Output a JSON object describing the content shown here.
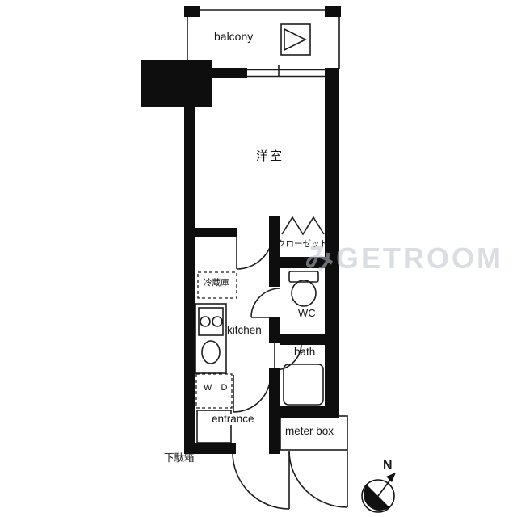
{
  "floor_plan": {
    "labels": {
      "balcony": "balcony",
      "room": "洋室",
      "closet": "クローゼット",
      "fridge": "冷蔵庫",
      "wc": "WC",
      "kitchen": "kitchen",
      "bath": "bath",
      "washer_dryer": "W D",
      "entrance": "entrance",
      "meter_box": "meter box",
      "shoe_cabinet": "下駄箱",
      "compass_north": "N"
    },
    "watermark": "みGETROOM",
    "colors": {
      "wall": "#0e0e0e",
      "line": "#1d1d1d",
      "watermark": "#bcc2cc"
    }
  }
}
